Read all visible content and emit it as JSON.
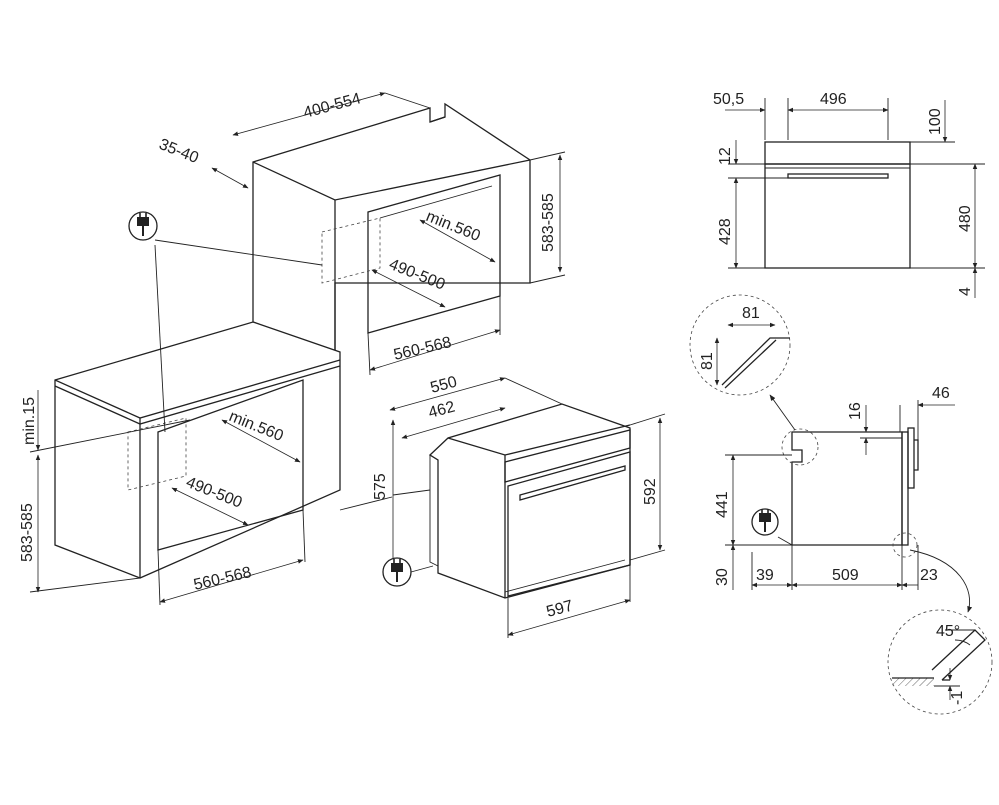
{
  "colors": {
    "line": "#222222",
    "background": "#ffffff"
  },
  "icons": {
    "plug": "plug-icon"
  },
  "labels": {
    "w400_554": "400-554",
    "w35_40": "35-40",
    "min560_top": "min.560",
    "h583_585_top": "583-585",
    "d490_500_top": "490-500",
    "w560_568_top": "560-568",
    "min15": "min.15",
    "h583_585_bottom": "583-585",
    "min560_bottom": "min.560",
    "d490_500_bottom": "490-500",
    "w560_568_bottom": "560-568",
    "d550": "550",
    "d462": "462",
    "h575": "575",
    "h592": "592",
    "w597": "597",
    "front_50_5": "50,5",
    "front_496": "496",
    "front_100": "100",
    "front_12": "12",
    "front_428": "428",
    "front_480": "480",
    "front_4": "4",
    "detail_81_w": "81",
    "detail_81_h": "81",
    "side_16": "16",
    "side_46": "46",
    "side_441": "441",
    "side_30": "30",
    "side_39": "39",
    "side_509": "509",
    "side_23": "23",
    "angle_45": "45°",
    "offset_minus1": "-1"
  }
}
